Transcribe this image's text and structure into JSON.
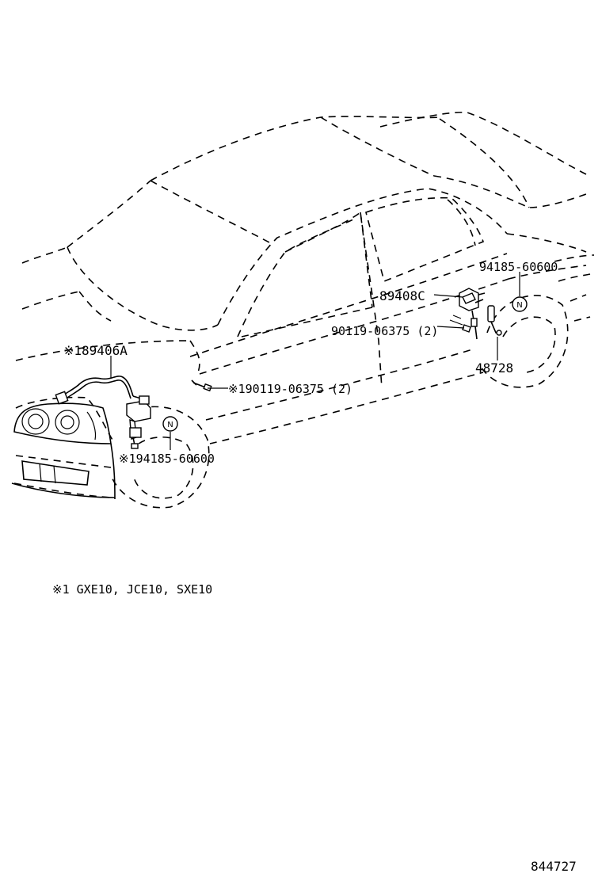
{
  "labels": {
    "part_94185_rear": "94185-60600",
    "part_89408c": "89408C",
    "part_90119_rear": "90119-06375 (2)",
    "part_48728": "48728",
    "part_89406a": "※189406A",
    "part_90119_front": "※190119-06375 (2)",
    "part_94185_front": "※194185-60600",
    "n_marker": "N"
  },
  "footnote": "※1 GXE10, JCE10, SXE10",
  "drawing_number": "844727"
}
